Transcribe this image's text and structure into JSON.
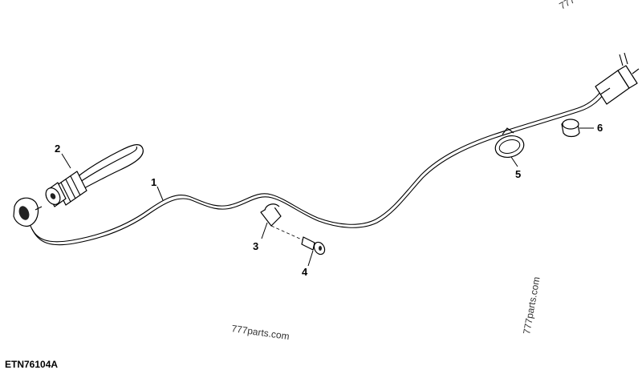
{
  "figure_code": "ETN76104A",
  "watermarks": [
    "777parts.com",
    "777parts.com",
    "777"
  ],
  "callouts": [
    {
      "id": "1",
      "label": "1",
      "part": "cord"
    },
    {
      "id": "2",
      "label": "2",
      "part": "heater-element"
    },
    {
      "id": "3",
      "label": "3",
      "part": "clip"
    },
    {
      "id": "4",
      "label": "4",
      "part": "screw"
    },
    {
      "id": "5",
      "label": "5",
      "part": "clamp"
    },
    {
      "id": "6",
      "label": "6",
      "part": "cap"
    }
  ]
}
